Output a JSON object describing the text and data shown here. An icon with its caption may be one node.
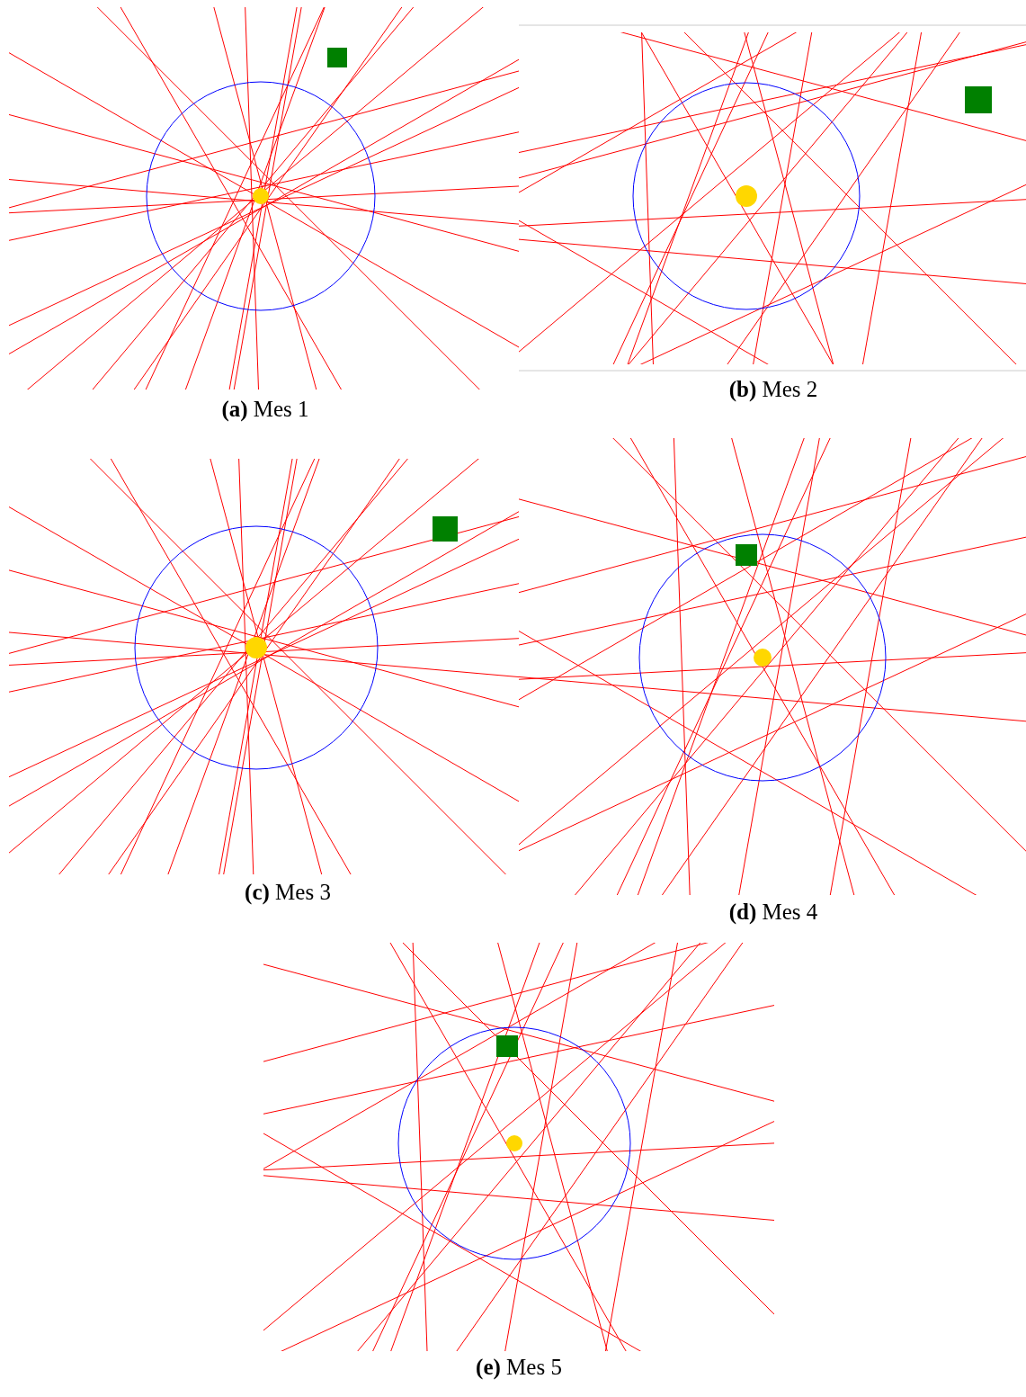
{
  "diagram": {
    "labels": [
      "**(a)** Mes 1",
      "**(b)** Mes 2",
      "**(c)** Mes 3",
      "**(d)** Mes 4",
      "**(e)** Mes 5"
    ]
  }
}
